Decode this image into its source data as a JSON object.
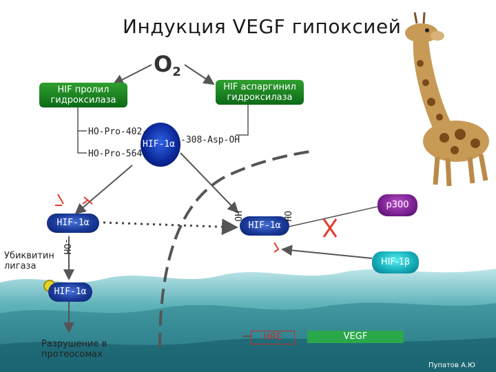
{
  "title": "Индукция VEGF гипоксией",
  "oxygen": {
    "symbol": "O",
    "subscript": "2"
  },
  "enzymes": {
    "prolyl": [
      "HIF пролил",
      "гидроксилаза"
    ],
    "asparaginyl": [
      "HIF аспаргинил",
      "гидроксилаза"
    ]
  },
  "sites": {
    "pro402": "HO-Pro-402-",
    "pro564": "HO-Pro-564-",
    "asp308": "-308-Asp-OH"
  },
  "hif1a_center": "HIF-1α",
  "hif1a_left": "HIF-1α",
  "hif1a_right": "HIF-1α",
  "hif1a_bottom": "HIF-1α",
  "oh_labels": {
    "right_ho": "HO",
    "right_oh": "OH",
    "left_oh": "-OH"
  },
  "ubiquitin_ligase": [
    "Убиквитин",
    "лигаза"
  ],
  "p300": "p300",
  "hif1b": "HIF-1β",
  "degradation": [
    "Разрушение в",
    "протеосомах"
  ],
  "hre": "HRE",
  "vegf": "VEGF",
  "author": "Пупатов А.Ю",
  "colors": {
    "enzyme_green": "#1a8a2a",
    "hif_blue": "#1a3a9a",
    "p300_purple": "#7a2090",
    "hif1b_cyan": "#16b0bc",
    "hre_red": "#c82a2a",
    "vegf_green": "#2ba84a",
    "block_red": "#e23a2a",
    "sea_teal": "#2c8e96"
  }
}
